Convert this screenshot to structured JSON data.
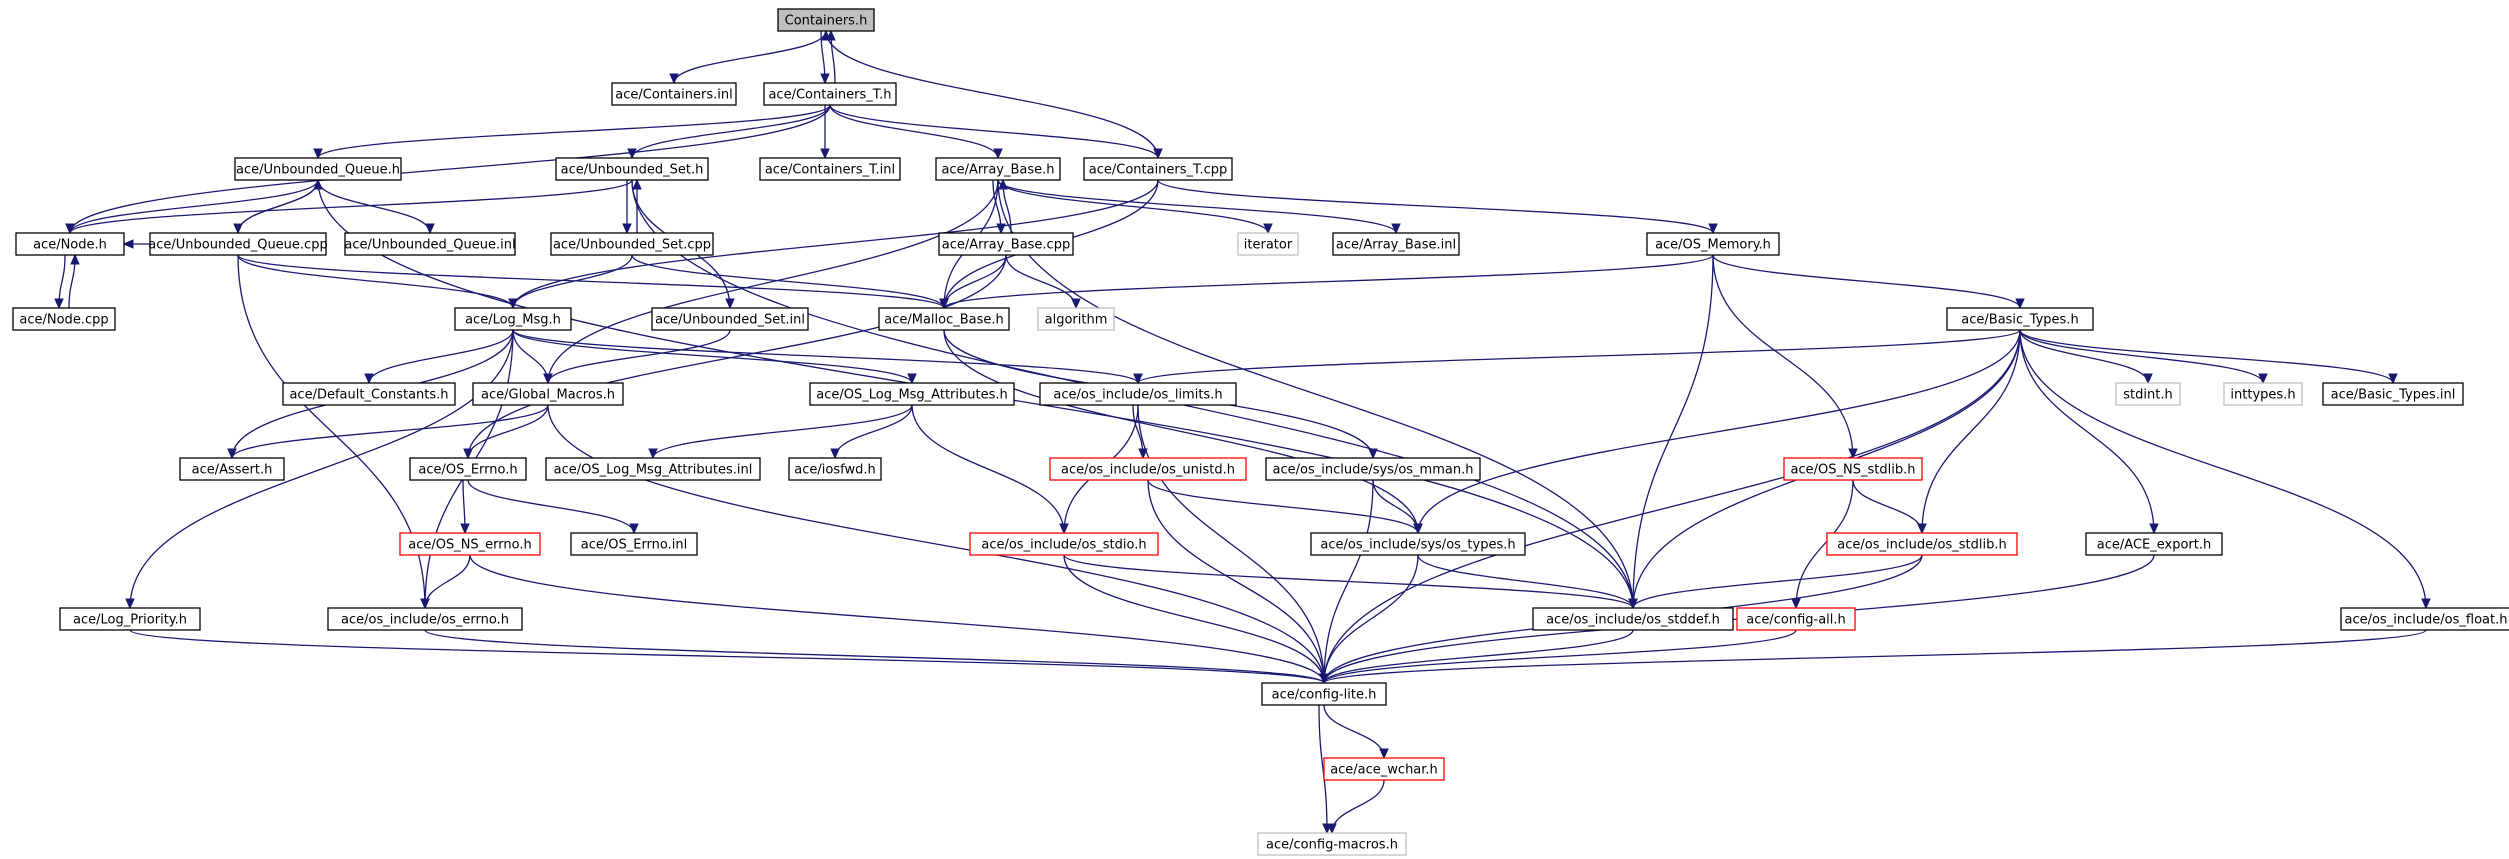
{
  "nodes": [
    {
      "id": "containers_h",
      "label": "Containers.h",
      "style": "root"
    },
    {
      "id": "containers_inl",
      "label": "ace/Containers.inl",
      "style": "normal"
    },
    {
      "id": "containers_t_h",
      "label": "ace/Containers_T.h",
      "style": "normal"
    },
    {
      "id": "unbounded_queue_h",
      "label": "ace/Unbounded_Queue.h",
      "style": "normal"
    },
    {
      "id": "unbounded_set_h",
      "label": "ace/Unbounded_Set.h",
      "style": "normal"
    },
    {
      "id": "containers_t_inl",
      "label": "ace/Containers_T.inl",
      "style": "normal"
    },
    {
      "id": "array_base_h",
      "label": "ace/Array_Base.h",
      "style": "normal"
    },
    {
      "id": "containers_t_cpp",
      "label": "ace/Containers_T.cpp",
      "style": "normal"
    },
    {
      "id": "node_h",
      "label": "ace/Node.h",
      "style": "normal"
    },
    {
      "id": "unbounded_queue_cpp",
      "label": "ace/Unbounded_Queue.cpp",
      "style": "normal"
    },
    {
      "id": "unbounded_queue_inl",
      "label": "ace/Unbounded_Queue.inl",
      "style": "normal"
    },
    {
      "id": "unbounded_set_cpp",
      "label": "ace/Unbounded_Set.cpp",
      "style": "normal"
    },
    {
      "id": "array_base_cpp",
      "label": "ace/Array_Base.cpp",
      "style": "normal"
    },
    {
      "id": "iterator",
      "label": "iterator",
      "style": "ext"
    },
    {
      "id": "array_base_inl",
      "label": "ace/Array_Base.inl",
      "style": "normal"
    },
    {
      "id": "os_memory_h",
      "label": "ace/OS_Memory.h",
      "style": "normal"
    },
    {
      "id": "node_cpp",
      "label": "ace/Node.cpp",
      "style": "normal"
    },
    {
      "id": "log_msg_h",
      "label": "ace/Log_Msg.h",
      "style": "normal"
    },
    {
      "id": "unbounded_set_inl",
      "label": "ace/Unbounded_Set.inl",
      "style": "normal"
    },
    {
      "id": "malloc_base_h",
      "label": "ace/Malloc_Base.h",
      "style": "normal"
    },
    {
      "id": "algorithm",
      "label": "algorithm",
      "style": "ext"
    },
    {
      "id": "basic_types_h",
      "label": "ace/Basic_Types.h",
      "style": "normal"
    },
    {
      "id": "default_constants_h",
      "label": "ace/Default_Constants.h",
      "style": "normal"
    },
    {
      "id": "global_macros_h",
      "label": "ace/Global_Macros.h",
      "style": "normal"
    },
    {
      "id": "os_log_msg_attributes_h",
      "label": "ace/OS_Log_Msg_Attributes.h",
      "style": "normal"
    },
    {
      "id": "os_limits_h",
      "label": "ace/os_include/os_limits.h",
      "style": "normal"
    },
    {
      "id": "stdint_h",
      "label": "stdint.h",
      "style": "ext"
    },
    {
      "id": "inttypes_h",
      "label": "inttypes.h",
      "style": "ext"
    },
    {
      "id": "basic_types_inl",
      "label": "ace/Basic_Types.inl",
      "style": "normal"
    },
    {
      "id": "assert_h",
      "label": "ace/Assert.h",
      "style": "normal"
    },
    {
      "id": "os_errno_h",
      "label": "ace/OS_Errno.h",
      "style": "normal"
    },
    {
      "id": "os_log_msg_attributes_inl",
      "label": "ace/OS_Log_Msg_Attributes.inl",
      "style": "normal"
    },
    {
      "id": "iosfwd_h",
      "label": "ace/iosfwd.h",
      "style": "normal"
    },
    {
      "id": "os_unistd_h",
      "label": "ace/os_include/os_unistd.h",
      "style": "missing"
    },
    {
      "id": "os_mman_h",
      "label": "ace/os_include/sys/os_mman.h",
      "style": "normal"
    },
    {
      "id": "os_ns_stdlib_h",
      "label": "ace/OS_NS_stdlib.h",
      "style": "missing"
    },
    {
      "id": "os_ns_errno_h",
      "label": "ace/OS_NS_errno.h",
      "style": "missing"
    },
    {
      "id": "os_errno_inl",
      "label": "ace/OS_Errno.inl",
      "style": "normal"
    },
    {
      "id": "os_stdio_h",
      "label": "ace/os_include/os_stdio.h",
      "style": "missing"
    },
    {
      "id": "os_types_h",
      "label": "ace/os_include/sys/os_types.h",
      "style": "normal"
    },
    {
      "id": "os_stdlib_h",
      "label": "ace/os_include/os_stdlib.h",
      "style": "missing"
    },
    {
      "id": "ace_export_h",
      "label": "ace/ACE_export.h",
      "style": "normal"
    },
    {
      "id": "log_priority_h",
      "label": "ace/Log_Priority.h",
      "style": "normal"
    },
    {
      "id": "os_errno_os_h",
      "label": "ace/os_include/os_errno.h",
      "style": "normal"
    },
    {
      "id": "os_stddef_h",
      "label": "ace/os_include/os_stddef.h",
      "style": "normal"
    },
    {
      "id": "config_all_h",
      "label": "ace/config-all.h",
      "style": "missing"
    },
    {
      "id": "os_float_h",
      "label": "ace/os_include/os_float.h",
      "style": "normal"
    },
    {
      "id": "config_lite_h",
      "label": "ace/config-lite.h",
      "style": "normal"
    },
    {
      "id": "ace_wchar_h",
      "label": "ace/ace_wchar.h",
      "style": "missing"
    },
    {
      "id": "config_macros_h",
      "label": "ace/config-macros.h",
      "style": "ext"
    }
  ],
  "edges": [
    [
      "containers_h",
      "containers_inl"
    ],
    [
      "containers_h",
      "containers_t_h"
    ],
    [
      "containers_t_h",
      "containers_h"
    ],
    [
      "containers_t_h",
      "node_h"
    ],
    [
      "containers_t_h",
      "unbounded_queue_h"
    ],
    [
      "containers_t_h",
      "unbounded_set_h"
    ],
    [
      "containers_t_h",
      "containers_t_inl"
    ],
    [
      "containers_t_h",
      "array_base_h"
    ],
    [
      "containers_t_h",
      "containers_t_cpp"
    ],
    [
      "containers_t_cpp",
      "containers_h"
    ],
    [
      "containers_t_cpp",
      "log_msg_h"
    ],
    [
      "containers_t_cpp",
      "malloc_base_h"
    ],
    [
      "containers_t_cpp",
      "os_memory_h"
    ],
    [
      "unbounded_queue_h",
      "node_h"
    ],
    [
      "unbounded_queue_h",
      "unbounded_queue_inl"
    ],
    [
      "unbounded_queue_h",
      "unbounded_queue_cpp"
    ],
    [
      "unbounded_queue_h",
      "os_stddef_h"
    ],
    [
      "unbounded_queue_cpp",
      "unbounded_queue_h"
    ],
    [
      "unbounded_queue_cpp",
      "node_h"
    ],
    [
      "unbounded_queue_cpp",
      "malloc_base_h"
    ],
    [
      "unbounded_queue_cpp",
      "log_msg_h"
    ],
    [
      "unbounded_queue_cpp",
      "os_errno_os_h"
    ],
    [
      "node_h",
      "node_cpp"
    ],
    [
      "node_cpp",
      "node_h"
    ],
    [
      "unbounded_set_h",
      "node_h"
    ],
    [
      "unbounded_set_h",
      "unbounded_set_cpp"
    ],
    [
      "unbounded_set_h",
      "unbounded_set_inl"
    ],
    [
      "unbounded_set_h",
      "os_stddef_h"
    ],
    [
      "unbounded_set_cpp",
      "unbounded_set_h"
    ],
    [
      "unbounded_set_cpp",
      "malloc_base_h"
    ],
    [
      "unbounded_set_cpp",
      "log_msg_h"
    ],
    [
      "unbounded_set_inl",
      "global_macros_h"
    ],
    [
      "array_base_h",
      "global_macros_h"
    ],
    [
      "array_base_h",
      "malloc_base_h"
    ],
    [
      "array_base_h",
      "array_base_cpp"
    ],
    [
      "array_base_h",
      "iterator"
    ],
    [
      "array_base_h",
      "array_base_inl"
    ],
    [
      "array_base_h",
      "os_stddef_h"
    ],
    [
      "array_base_cpp",
      "array_base_h"
    ],
    [
      "array_base_cpp",
      "malloc_base_h"
    ],
    [
      "array_base_cpp",
      "algorithm"
    ],
    [
      "array_base_cpp",
      "os_errno_h"
    ],
    [
      "malloc_base_h",
      "os_types_h"
    ],
    [
      "malloc_base_h",
      "os_mman_h"
    ],
    [
      "os_memory_h",
      "malloc_base_h"
    ],
    [
      "os_memory_h",
      "basic_types_h"
    ],
    [
      "os_memory_h",
      "os_ns_stdlib_h"
    ],
    [
      "os_memory_h",
      "os_stddef_h"
    ],
    [
      "log_msg_h",
      "default_constants_h"
    ],
    [
      "log_msg_h",
      "global_macros_h"
    ],
    [
      "log_msg_h",
      "os_log_msg_attributes_h"
    ],
    [
      "log_msg_h",
      "os_limits_h"
    ],
    [
      "log_msg_h",
      "assert_h"
    ],
    [
      "log_msg_h",
      "log_priority_h"
    ],
    [
      "log_msg_h",
      "os_errno_os_h"
    ],
    [
      "global_macros_h",
      "os_errno_h"
    ],
    [
      "global_macros_h",
      "assert_h"
    ],
    [
      "global_macros_h",
      "config_lite_h"
    ],
    [
      "os_log_msg_attributes_h",
      "os_log_msg_attributes_inl"
    ],
    [
      "os_log_msg_attributes_h",
      "iosfwd_h"
    ],
    [
      "os_log_msg_attributes_h",
      "os_stdio_h"
    ],
    [
      "os_errno_h",
      "os_ns_errno_h"
    ],
    [
      "os_errno_h",
      "os_errno_inl"
    ],
    [
      "os_ns_errno_h",
      "os_errno_os_h"
    ],
    [
      "os_ns_errno_h",
      "config_lite_h"
    ],
    [
      "os_errno_os_h",
      "config_lite_h"
    ],
    [
      "log_priority_h",
      "config_lite_h"
    ],
    [
      "os_limits_h",
      "os_unistd_h"
    ],
    [
      "os_limits_h",
      "os_stdio_h"
    ],
    [
      "os_limits_h",
      "config_lite_h"
    ],
    [
      "os_unistd_h",
      "os_types_h"
    ],
    [
      "os_unistd_h",
      "config_lite_h"
    ],
    [
      "os_mman_h",
      "os_types_h"
    ],
    [
      "os_mman_h",
      "config_lite_h"
    ],
    [
      "os_stdio_h",
      "os_stddef_h"
    ],
    [
      "os_stdio_h",
      "config_lite_h"
    ],
    [
      "os_types_h",
      "os_stddef_h"
    ],
    [
      "os_types_h",
      "config_lite_h"
    ],
    [
      "os_stddef_h",
      "config_lite_h"
    ],
    [
      "basic_types_h",
      "os_limits_h"
    ],
    [
      "basic_types_h",
      "os_types_h"
    ],
    [
      "basic_types_h",
      "os_stddef_h"
    ],
    [
      "basic_types_h",
      "stdint_h"
    ],
    [
      "basic_types_h",
      "inttypes_h"
    ],
    [
      "basic_types_h",
      "basic_types_inl"
    ],
    [
      "basic_types_h",
      "os_stdlib_h"
    ],
    [
      "basic_types_h",
      "ace_export_h"
    ],
    [
      "basic_types_h",
      "os_float_h"
    ],
    [
      "basic_types_h",
      "config_lite_h"
    ],
    [
      "os_ns_stdlib_h",
      "os_stdlib_h"
    ],
    [
      "os_ns_stdlib_h",
      "config_all_h"
    ],
    [
      "os_stdlib_h",
      "os_stddef_h"
    ],
    [
      "os_stdlib_h",
      "config_lite_h"
    ],
    [
      "ace_export_h",
      "config_lite_h"
    ],
    [
      "config_all_h",
      "config_lite_h"
    ],
    [
      "os_float_h",
      "config_lite_h"
    ],
    [
      "config_lite_h",
      "ace_wchar_h"
    ],
    [
      "config_lite_h",
      "config_macros_h"
    ],
    [
      "ace_wchar_h",
      "config_macros_h"
    ]
  ]
}
